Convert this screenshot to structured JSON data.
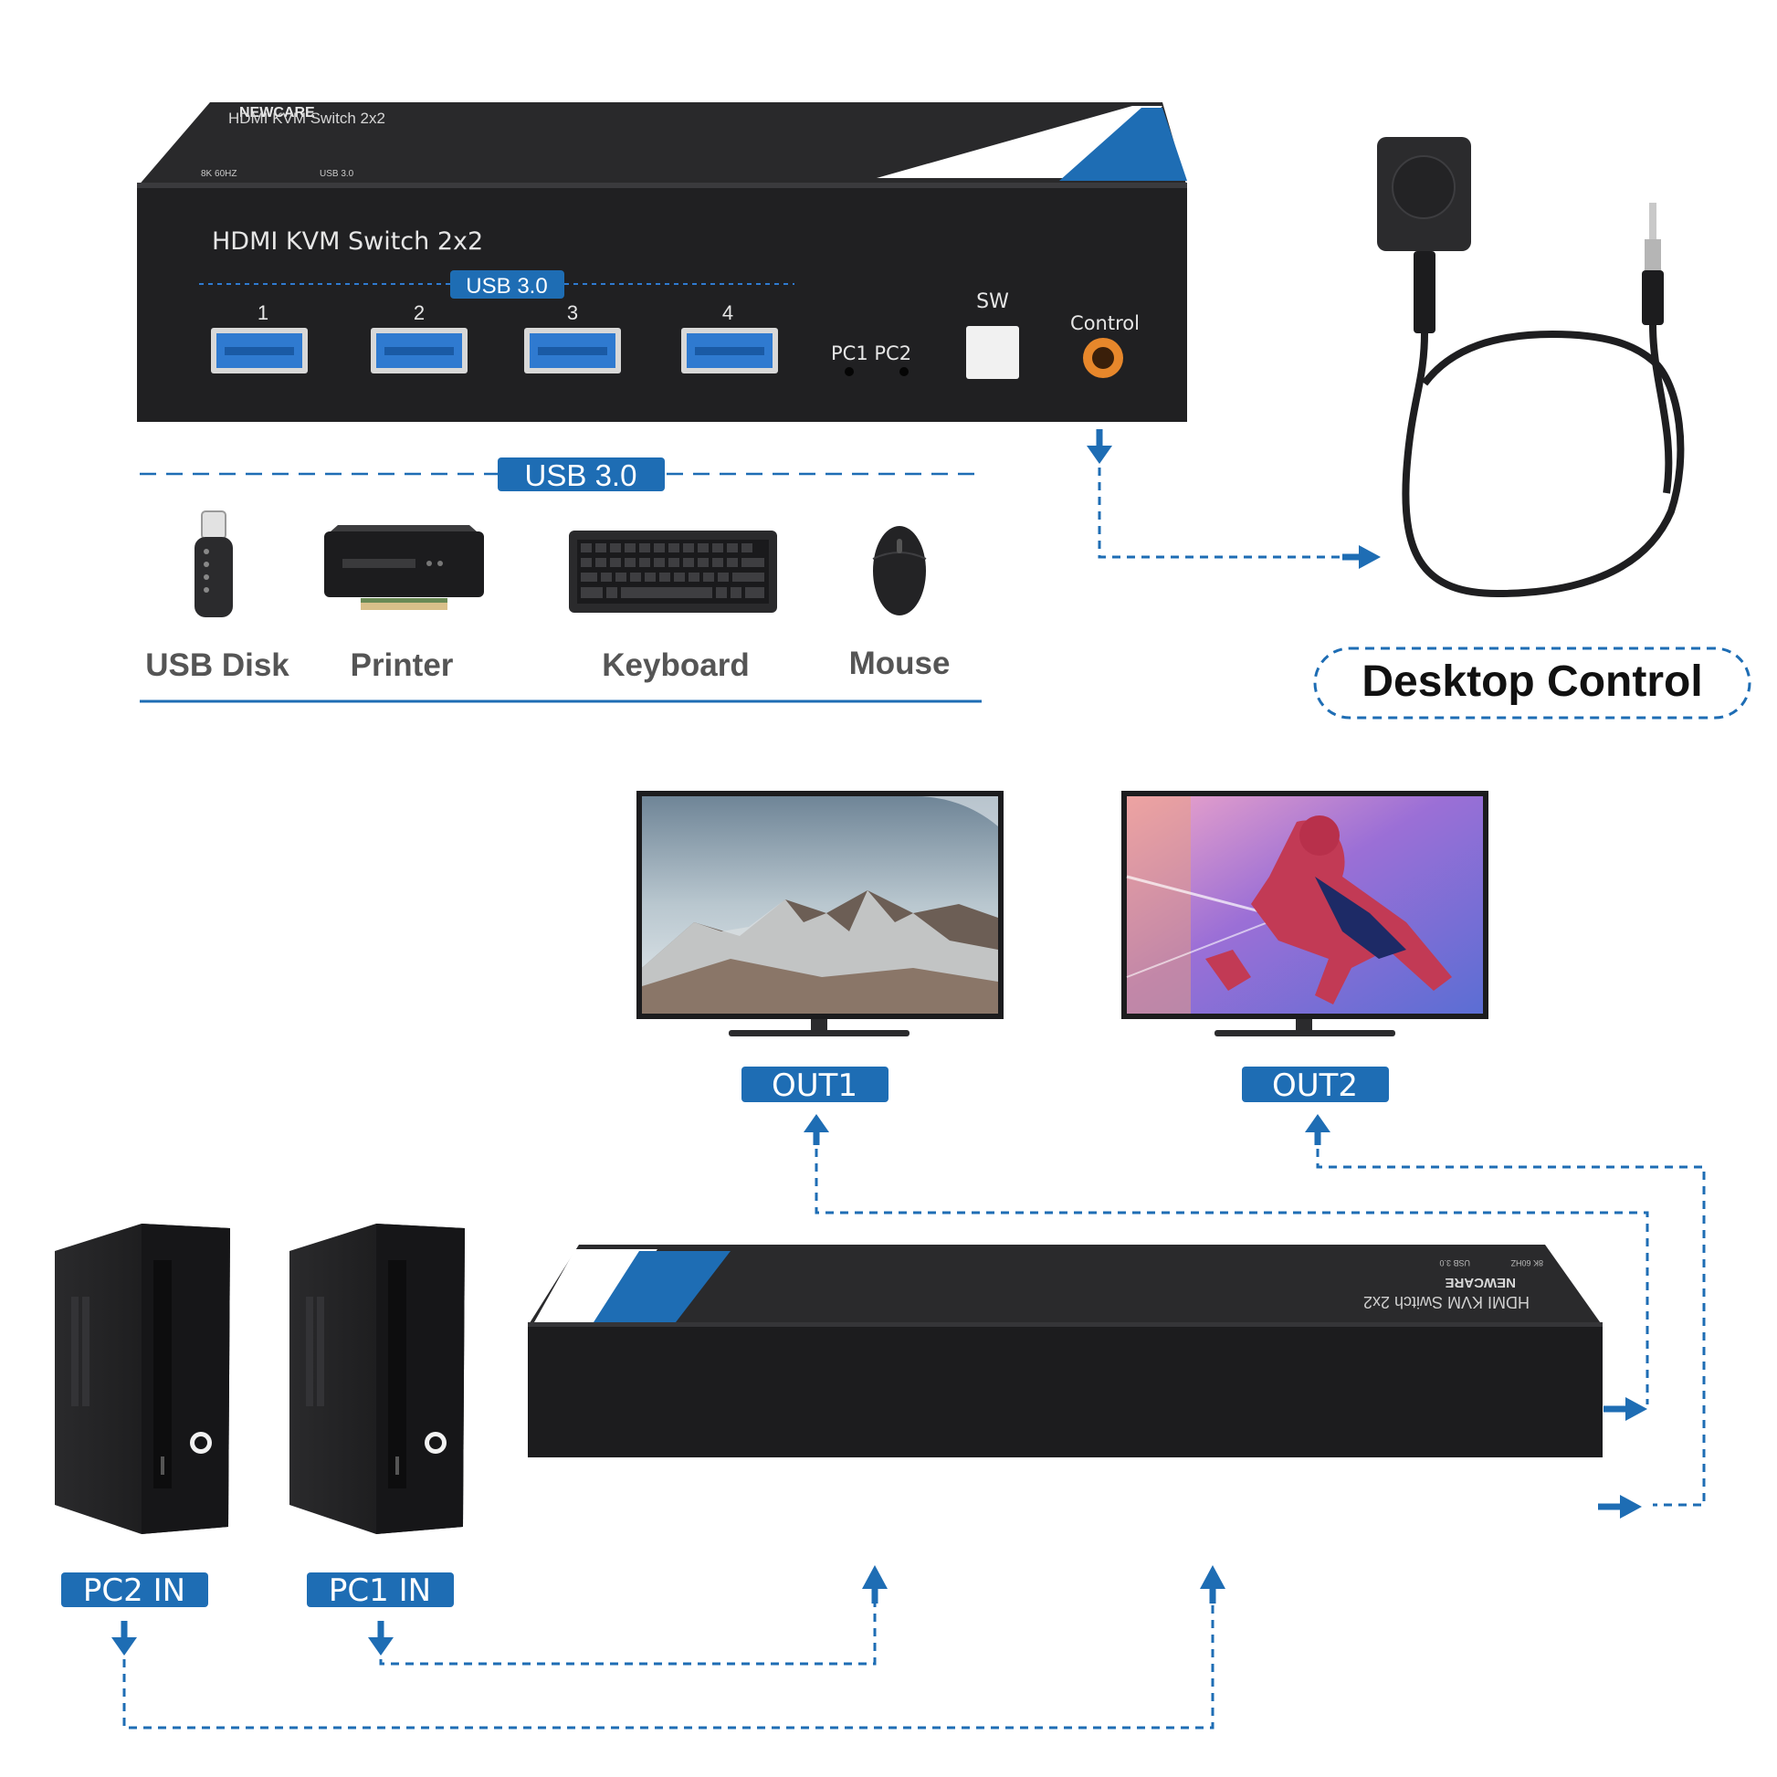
{
  "front_panel": {
    "brand": "NEWCARE",
    "model_top": "HDMI KVM Switch 2x2",
    "spec_1": "8K 60HZ",
    "spec_2": "USB 3.0",
    "title": "HDMI KVM Switch 2x2",
    "usb_badge": "USB 3.0",
    "ports": [
      "1",
      "2",
      "3",
      "4"
    ],
    "indicators": "PC1 PC2",
    "sw_label": "SW",
    "control_label": "Control"
  },
  "usb_section": {
    "badge": "USB 3.0",
    "devices": [
      "USB Disk",
      "Printer",
      "Keyboard",
      "Mouse"
    ]
  },
  "desktop_control": {
    "label": "Desktop Control"
  },
  "outputs": [
    "OUT1",
    "OUT2"
  ],
  "inputs": [
    "PC2 IN",
    "PC1 IN"
  ],
  "rear_unit": {
    "brand": "NEWCARE",
    "model": "HDMI KVM Switch 2x2",
    "spec_1": "8K 60HZ",
    "spec_2": "USB 3.0"
  },
  "colors": {
    "accent_blue": "#1e6db4",
    "device_black": "#1c1c1e",
    "label_gray": "#555555",
    "usb_port_blue": "#2f7ad0",
    "control_orange": "#e7872b"
  }
}
